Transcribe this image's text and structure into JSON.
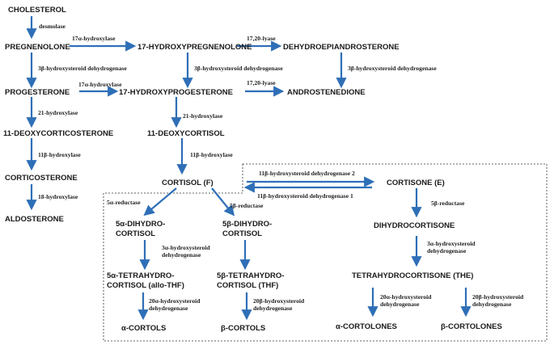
{
  "colors": {
    "arrow": "#2e6fb7",
    "text": "#1a1a1a",
    "box_border": "#333333"
  },
  "nodes": {
    "cholesterol": "CHOLESTEROL",
    "pregnenolone": "PREGNENOLONE",
    "hydroxypregnenolone": "17-HYDROXYPREGNENOLONE",
    "dhea": "DEHYDROEPIANDROSTERONE",
    "progesterone": "PROGESTERONE",
    "hydroxyprogesterone": "17-HYDROXYPROGESTERONE",
    "androstenedione": "ANDROSTENEDIONE",
    "deoxycorticosterone": "11-DEOXYCORTICOSTERONE",
    "deoxycortisol": "11-DEOXYCORTISOL",
    "corticosterone": "CORTICOSTERONE",
    "aldosterone": "ALDOSTERONE",
    "cortisol": "CORTISOL  (F)",
    "cortisone": "CORTISONE  (E)",
    "dihydrocortisol_5a": [
      "5α-DIHYDRO-",
      "CORTISOL"
    ],
    "dihydrocortisol_5b": [
      "5β-DIHYDRO-",
      "CORTISOL"
    ],
    "dihydrocortisone": "DIHYDROCORTISONE",
    "allo_thf": [
      "5α-TETRAHYDRO-",
      "CORTISOL (allo-THF)"
    ],
    "thf": [
      "5β-TETRAHYDRO-",
      "CORTISOL (THF)"
    ],
    "the": "TETRAHYDROCORTISONE (THE)",
    "a_cortols": "α-CORTOLS",
    "b_cortols": "β-CORTOLS",
    "a_cortolones": "α-CORTOLONES",
    "b_cortolones": "β-CORTOLONES"
  },
  "enzymes": {
    "desmolase": "desmolase",
    "hydroxylase_17a_1": "17α-hydroxylase",
    "lyase_1": "17,20-lyase",
    "hsd3b_1": "3β-hydroxysteroid dehydrogenase",
    "hsd3b_2": "3β-hydroxysteroid dehydrogenase",
    "hsd3b_3": "3β-hydroxysteroid dehydrogenase",
    "hydroxylase_17a_2": "17α-hydroxylase",
    "lyase_2": "17,20-lyase",
    "hydroxylase_21_1": "21-hydroxylase",
    "hydroxylase_21_2": "21-hydroxylase",
    "hydroxylase_11b_1": "11β-hydroxylase",
    "hydroxylase_11b_2": "11β-hydroxylase",
    "hydroxylase_18": "18-hydroxylase",
    "hsd11b2": "11β-hydroxysteroid dehydrogenase 2",
    "hsd11b1": "11β-hydroxysteroid dehydrogenase 1",
    "reductase_5a": "5α-reductase",
    "reductase_5b_1": "5β-reductase",
    "reductase_5b_2": "5β-reductase",
    "hsd3a_1": [
      "3α-hydroxysteroid",
      "dehydrogenase"
    ],
    "hsd3a_2": [
      "3α-hydroxysteroid",
      "dehydrogenase"
    ],
    "hsd20a_1": [
      "20α-hydroxysteroid",
      "dehydrogenase"
    ],
    "hsd20b_1": [
      "20β-hydroxysteroid",
      "dehydrogenase"
    ],
    "hsd20a_2": [
      "20α-hydroxysteroid",
      "dehydrogenase"
    ],
    "hsd20b_2": [
      "20β-hydroxysteroid",
      "dehydrogenase"
    ]
  }
}
